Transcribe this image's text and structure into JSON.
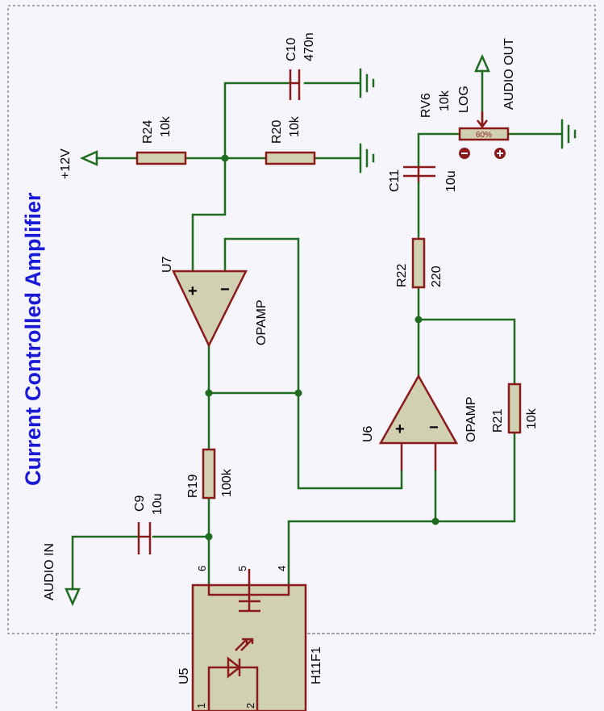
{
  "title": "Current Controlled Amplifier",
  "components": {
    "c10": {
      "ref": "C10",
      "value": "470n"
    },
    "r24": {
      "ref": "R24",
      "value": "10k"
    },
    "r20": {
      "ref": "R20",
      "value": "10k"
    },
    "rv6": {
      "ref": "RV6",
      "value": "10k",
      "taper": "LOG",
      "setting": "60%"
    },
    "c11": {
      "ref": "C11",
      "value": "10u"
    },
    "r22": {
      "ref": "R22",
      "value": "220"
    },
    "u7": {
      "ref": "U7",
      "value": "OPAMP"
    },
    "u6": {
      "ref": "U6",
      "value": "OPAMP"
    },
    "r21": {
      "ref": "R21",
      "value": "10k"
    },
    "r19": {
      "ref": "R19",
      "value": "100k"
    },
    "c9": {
      "ref": "C9",
      "value": "10u"
    },
    "u5": {
      "ref": "U5",
      "value": "H11F1",
      "pins": [
        "1",
        "2",
        "4",
        "5",
        "6"
      ]
    }
  },
  "terminals": {
    "supply": "+12V",
    "audio_in": "AUDIO IN",
    "audio_out": "AUDIO OUT"
  },
  "opamp_pins": {
    "plus": "+",
    "minus": "−"
  },
  "colors": {
    "wire": "#1f6b1f",
    "component": "#8b1a1a",
    "body": "#d2d0b2",
    "title": "#1a1ad6",
    "background": "#f5f5fb"
  }
}
